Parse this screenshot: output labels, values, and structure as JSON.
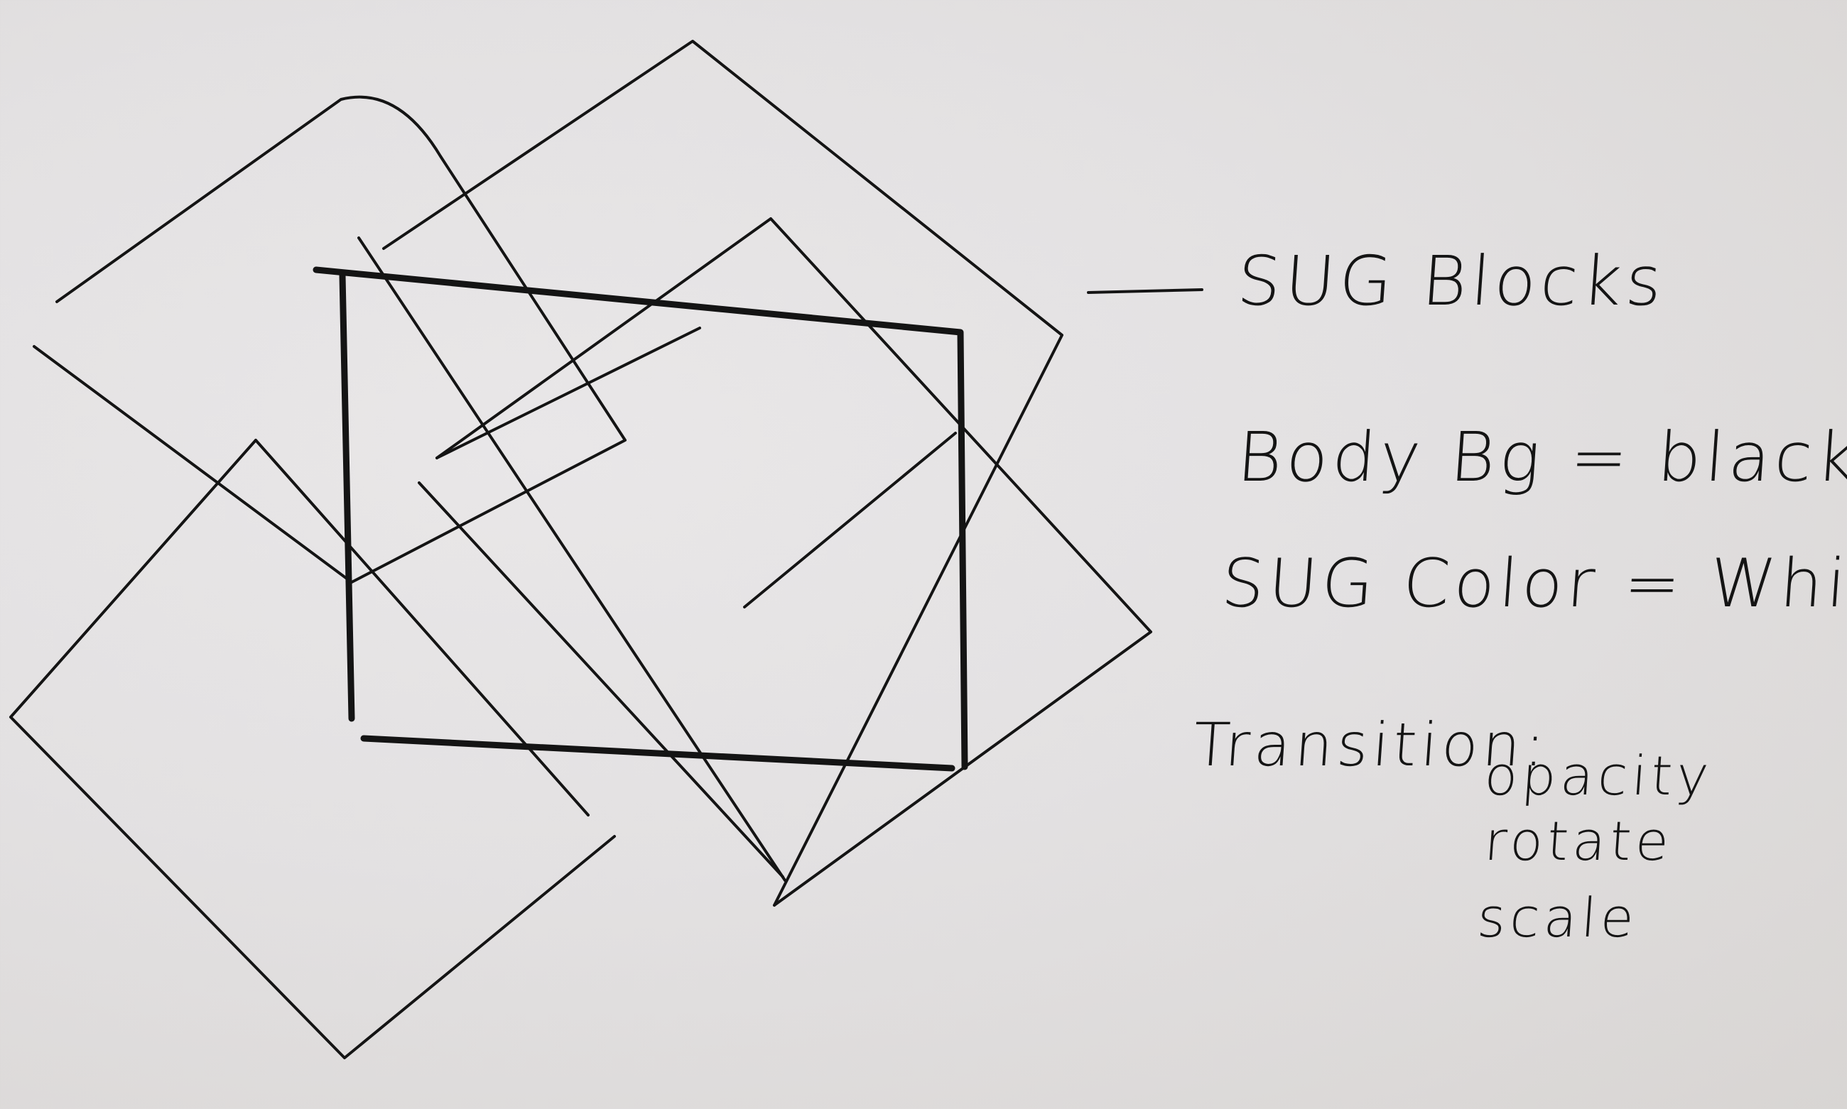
{
  "notes": {
    "title": "SUG Blocks",
    "body_bg": "Body Bg = black",
    "svg_color": "SUG Color = White",
    "transition_label": "Transition:",
    "transition_options": [
      "opacity",
      "rotate",
      "scale"
    ]
  },
  "colors": {
    "paper": "#e3e1e2",
    "ink": "#141414"
  }
}
